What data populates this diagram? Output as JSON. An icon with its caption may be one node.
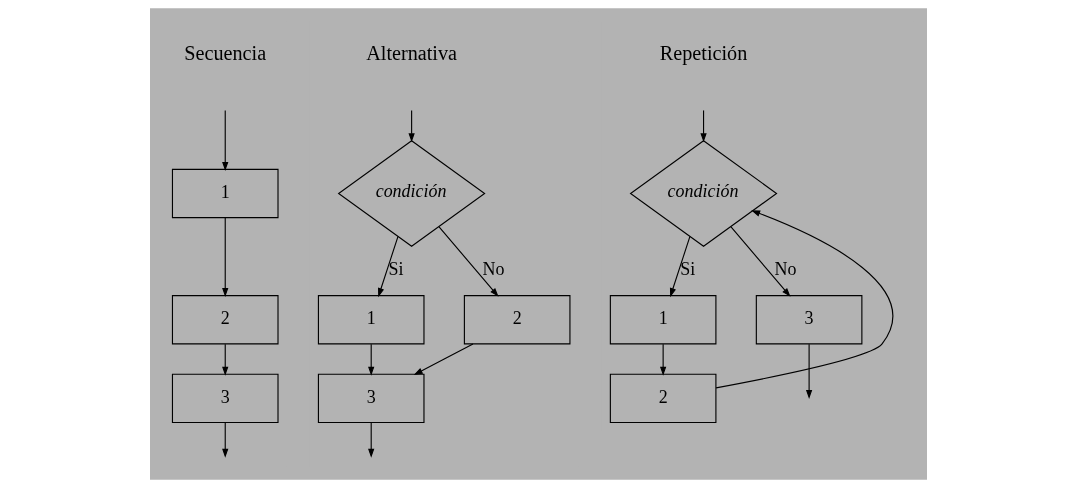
{
  "diagram": {
    "nodes": [
      {
        "text": [
          "1"
        ]
      },
      {
        "text": [
          "2"
        ]
      },
      {
        "text": [
          "3"
        ]
      },
      {
        "text": [
          "condición"
        ]
      },
      {
        "text": [
          "1"
        ]
      },
      {
        "text": [
          "2"
        ]
      },
      {
        "text": [
          "3"
        ]
      },
      {
        "text": [
          "condición"
        ]
      },
      {
        "text": [
          "1"
        ]
      },
      {
        "text": [
          "2"
        ]
      },
      {
        "text": [
          "3"
        ]
      }
    ],
    "edges": [
      {
        "from": null,
        "to": 0,
        "arrow": "to"
      },
      {
        "from": 0,
        "to": 1,
        "arrow": "to"
      },
      {
        "from": 1,
        "to": 2,
        "arrow": "to"
      },
      {
        "from": 2,
        "to": null,
        "arrow": "to"
      },
      {
        "from": null,
        "to": 3,
        "arrow": "to"
      },
      {
        "from": 3,
        "to": 4,
        "arrow": "to",
        "label": "Si"
      },
      {
        "from": 3,
        "to": 5,
        "arrow": "to",
        "label": "No"
      },
      {
        "from": 4,
        "to": 6,
        "arrow": "to"
      },
      {
        "from": 5,
        "to": 6,
        "arrow": "to"
      },
      {
        "from": 6,
        "to": null,
        "arrow": "to"
      },
      {
        "from": null,
        "to": 7,
        "arrow": "to"
      },
      {
        "from": 7,
        "to": 10,
        "arrow": "to",
        "label": "No"
      },
      {
        "from": 7,
        "to": 8,
        "arrow": "to",
        "label": "Si"
      },
      {
        "from": 8,
        "to": 9,
        "arrow": "to"
      },
      {
        "from": 9,
        "to": 7,
        "arrow": "to"
      },
      {
        "from": 10,
        "to": null,
        "arrow": "to"
      }
    ],
    "labels": [
      "Secuencia",
      "Alternativa",
      "Repetición"
    ]
  }
}
